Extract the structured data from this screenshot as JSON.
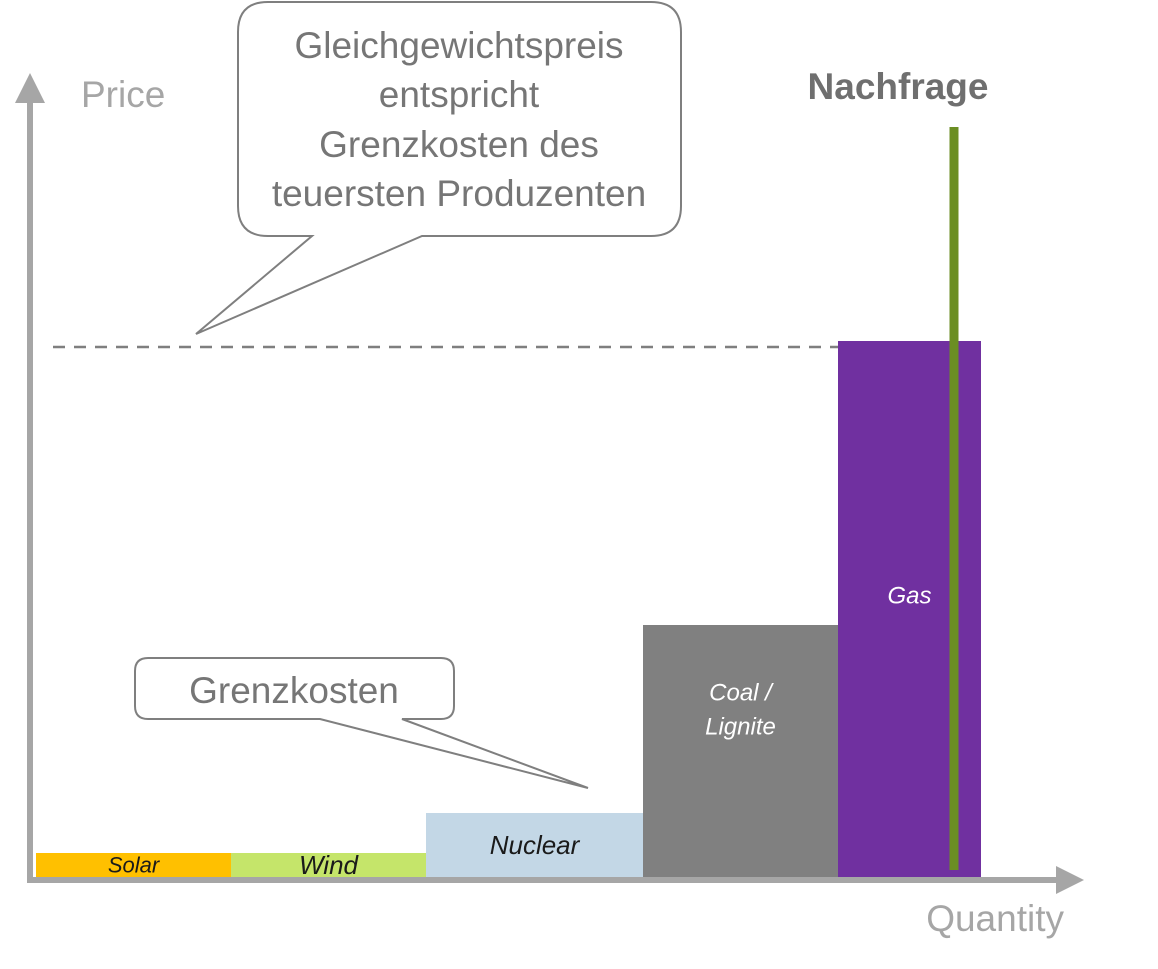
{
  "axes": {
    "y_label": "Price",
    "x_label": "Quantity"
  },
  "merit_order": [
    {
      "name": "Solar",
      "color": "#ffc000",
      "text_color": "#1a1a1a",
      "capacity": 195,
      "price": 24
    },
    {
      "name": "Wind",
      "color": "#c5e56a",
      "text_color": "#1a1a1a",
      "capacity": 195,
      "price": 24
    },
    {
      "name": "Nuclear",
      "color": "#c3d7e6",
      "text_color": "#1a1a1a",
      "capacity": 217,
      "price": 64
    },
    {
      "name": "Coal / Lignite",
      "lines": [
        "Coal /",
        "Lignite"
      ],
      "color": "#808080",
      "text_color": "#ffffff",
      "capacity": 195,
      "price": 252
    },
    {
      "name": "Gas",
      "color": "#7030a0",
      "text_color": "#ffffff",
      "capacity": 143,
      "price": 536
    }
  ],
  "demand": {
    "label": "Nachfrage",
    "color": "#6b8e23",
    "quantity": 918
  },
  "equilibrium_price": 536,
  "callouts": {
    "equilibrium": {
      "lines": [
        "Gleichgewichtspreis",
        "entspricht",
        "Grenzkosten des",
        "teuersten Produzenten"
      ]
    },
    "marginal_cost": {
      "text": "Grenzkosten"
    }
  },
  "colors": {
    "axis": "#a6a6a6",
    "callout_border": "#7f7f7f",
    "dashed_line": "#7f7f7f"
  }
}
